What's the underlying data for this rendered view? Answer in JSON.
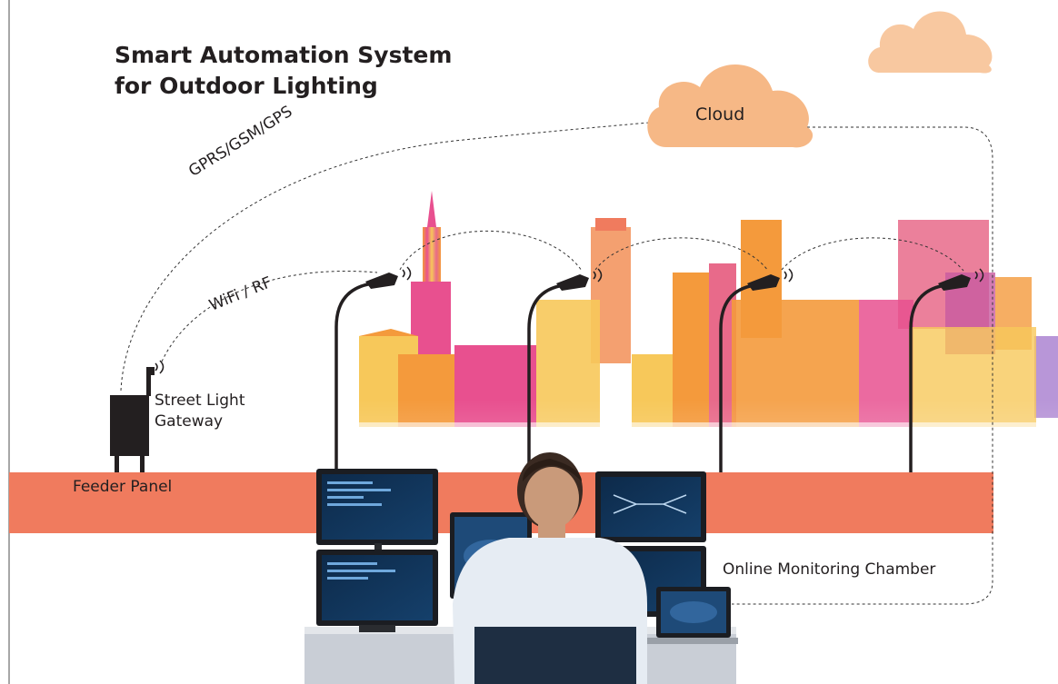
{
  "title": {
    "line1": "Smart Automation System",
    "line2": "for Outdoor Lighting"
  },
  "labels": {
    "cloud": "Cloud",
    "gprs": "GPRS/GSM/GPS",
    "wifi": "WiFi / RF",
    "gateway_line1": "Street Light",
    "gateway_line2": "Gateway",
    "feeder_panel": "Feeder Panel",
    "monitoring": "Online Monitoring Chamber"
  },
  "icons": [
    "cloud-icon",
    "street-light-icon",
    "wireless-signal-icon",
    "gateway-icon",
    "monitor-icon",
    "laptop-icon",
    "operator-icon",
    "city-skyline-icon"
  ],
  "colors": {
    "cloud": "#f6b886",
    "cloud_light": "#f8c8a0",
    "feeder_band": "#f07b5e",
    "dark": "#231f20",
    "skyline_pink": "#e8508f",
    "skyline_orange": "#f49a3c",
    "skyline_yellow": "#f7c85a"
  }
}
